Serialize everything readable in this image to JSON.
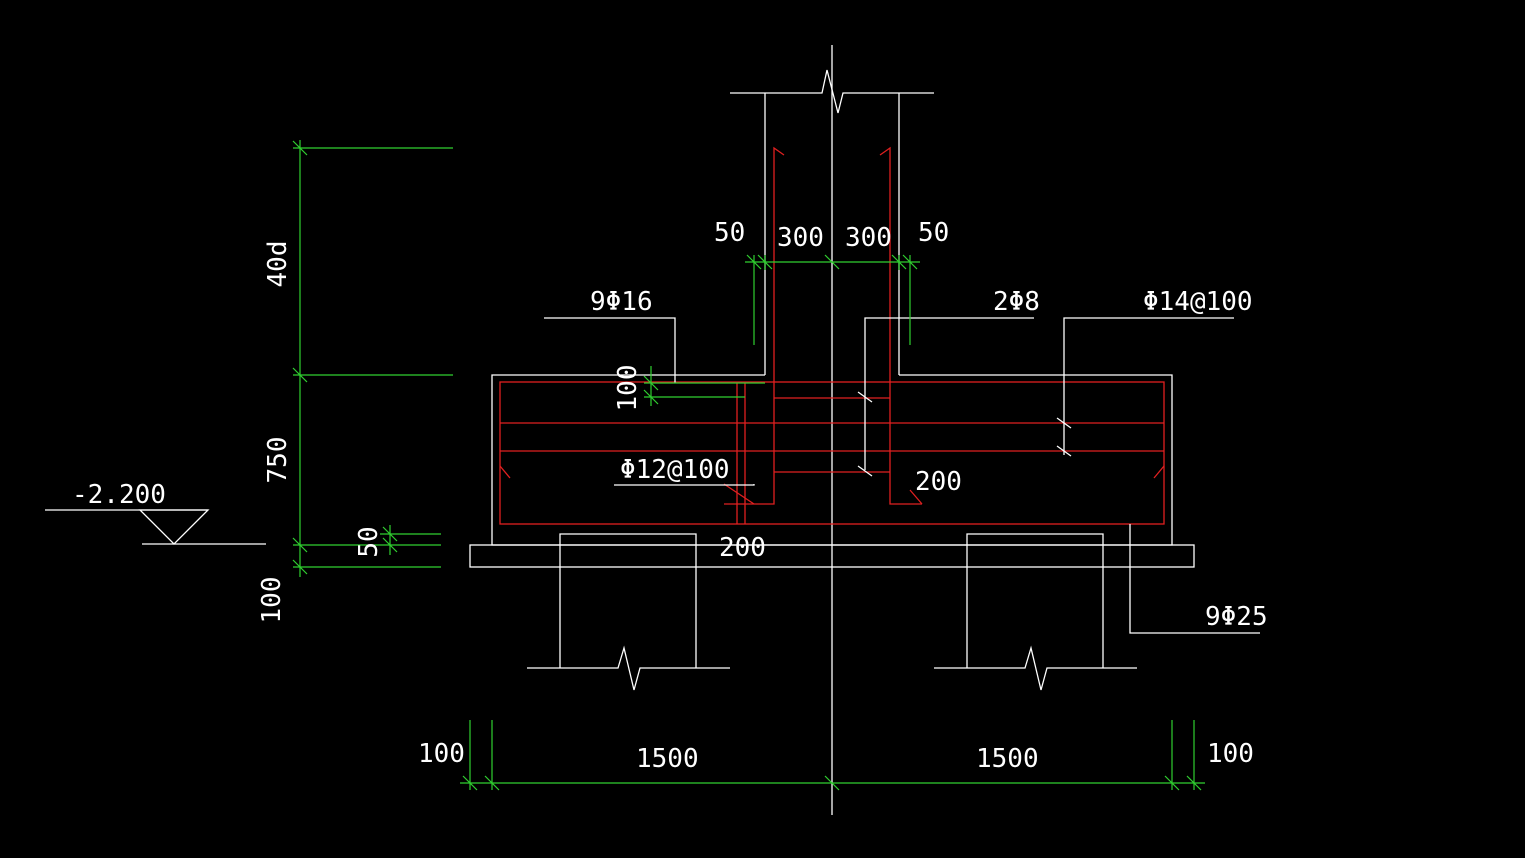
{
  "colors": {
    "background": "#000000",
    "outline": "#ffffff",
    "rebar": "#e02020",
    "dimension": "#30d030"
  },
  "labels": {
    "rebar_top": "9Φ16",
    "rebar_stirrup": "Φ12@100",
    "rebar_column_tie": "2Φ8",
    "rebar_main": "Φ14@100",
    "rebar_bottom": "9Φ25",
    "elevation": "-2.200"
  },
  "dims": {
    "col_cover_left": "50",
    "col_half_left": "300",
    "col_half_right": "300",
    "col_cover_right": "50",
    "v_anchorage": "40d",
    "v_cap_depth": "750",
    "v_bedding_50": "50",
    "v_bedding_100": "100",
    "spacing_100": "100",
    "len_200_right": "200",
    "len_200_bottom": "200",
    "bottom_left_100": "100",
    "bottom_left_1500": "1500",
    "bottom_right_1500": "1500",
    "bottom_right_100": "100"
  }
}
